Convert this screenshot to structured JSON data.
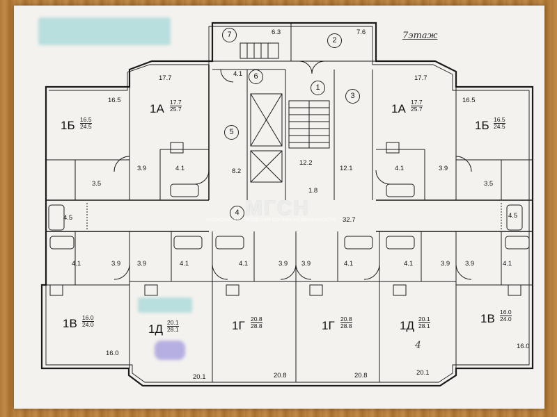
{
  "floor_label": "7этаж",
  "watermark": {
    "brand": "МГСН",
    "tagline": "МОСКОВСКАЯ ГОРОДСКАЯ СЛУЖБА НЕДВИЖИМОСТИ"
  },
  "room_numbers": [
    "7",
    "6",
    "5",
    "4",
    "3",
    "2",
    "1"
  ],
  "apartments": {
    "b_left": {
      "type": "1Б",
      "living": "16.5",
      "total": "24.5",
      "room": "16.5"
    },
    "a_left": {
      "type": "1А",
      "living": "17.7",
      "total": "25.7",
      "room": "17.7"
    },
    "a_right": {
      "type": "1А",
      "living": "17.7",
      "total": "25.7",
      "room": "17.7"
    },
    "b_right": {
      "type": "1Б",
      "living": "16.5",
      "total": "24.5",
      "room": "16.5"
    },
    "v_left": {
      "type": "1В",
      "living": "16.0",
      "total": "24.0",
      "room": "16.0"
    },
    "d_left": {
      "type": "1Д",
      "living": "20.1",
      "total": "28.1",
      "room": "20.1"
    },
    "g_left": {
      "type": "1Г",
      "living": "20.8",
      "total": "28.8",
      "room": "20.8"
    },
    "g_right": {
      "type": "1Г",
      "living": "20.8",
      "total": "28.8",
      "room": "20.8"
    },
    "d_right": {
      "type": "1Д",
      "living": "20.1",
      "total": "28.1",
      "room": "20.1"
    },
    "v_right": {
      "type": "1В",
      "living": "16.0",
      "total": "24.0",
      "room": "16.0"
    }
  },
  "areas": {
    "r7": "6.3",
    "r2": "7.6",
    "r6": "4.1",
    "r1": "12.2",
    "r3": "12.1",
    "r5": "8.2",
    "lift_hall": "1.8",
    "corridor": "32.7",
    "k39": "3.9",
    "k41": "4.1",
    "k35": "3.5",
    "k45": "4.5"
  },
  "handwritten_note": "4"
}
